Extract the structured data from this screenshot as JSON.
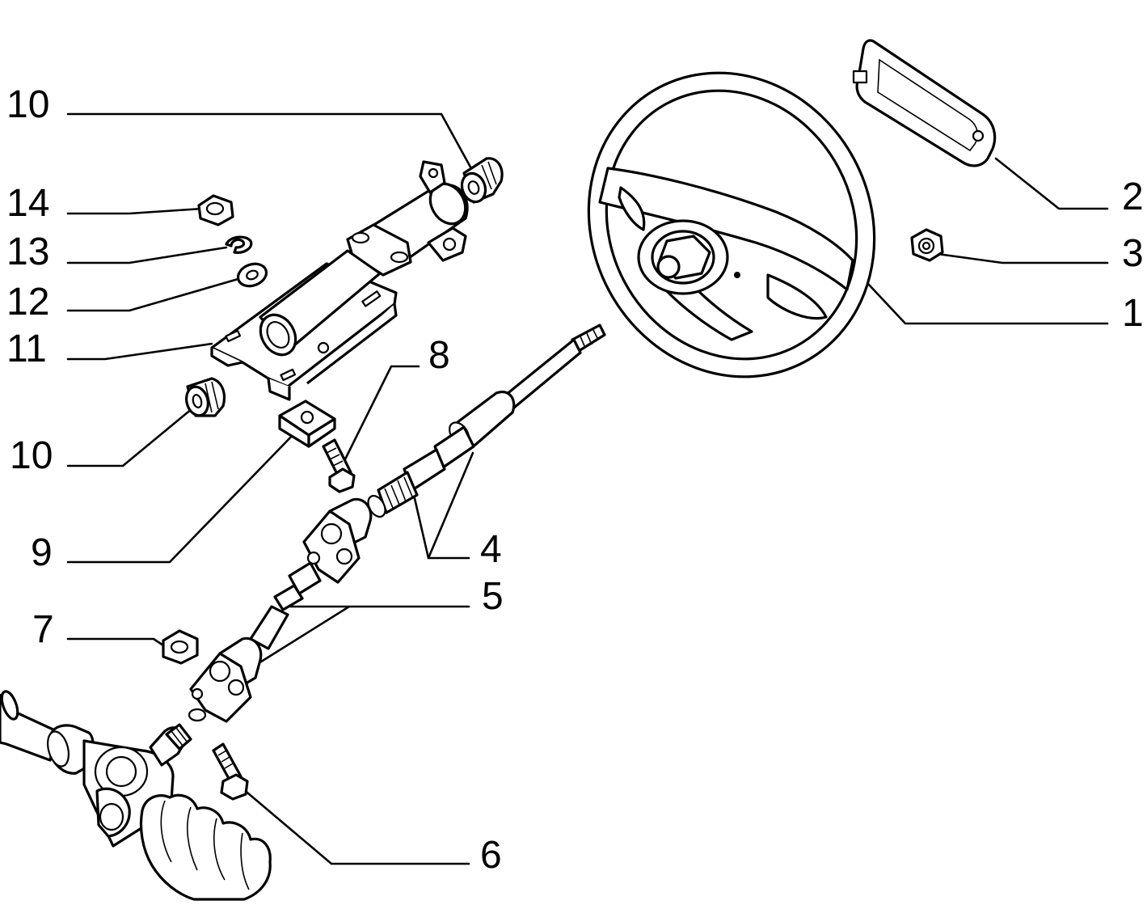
{
  "callouts": {
    "c1": "1",
    "c2": "2",
    "c3": "3",
    "c4": "4",
    "c5": "5",
    "c6": "6",
    "c7": "7",
    "c8": "8",
    "c9": "9",
    "c10_top": "10",
    "c10_bottom": "10",
    "c11": "11",
    "c12": "12",
    "c13": "13",
    "c14": "14"
  },
  "colors": {
    "line": "#000000",
    "background": "#ffffff"
  }
}
